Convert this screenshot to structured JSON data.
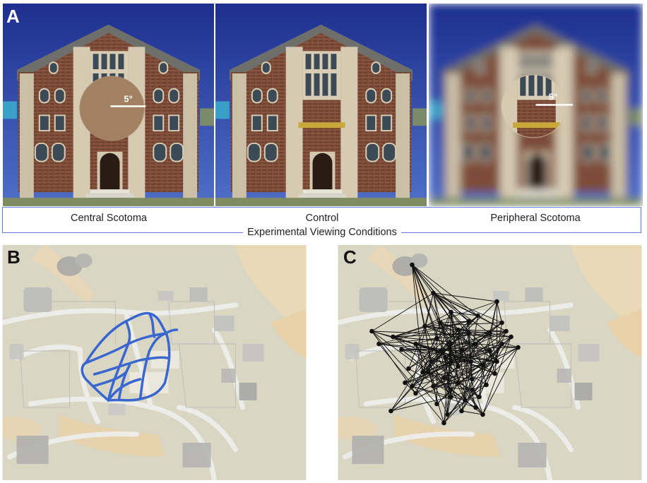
{
  "panels": {
    "a": {
      "letter": "A",
      "degree_label_central": "5°",
      "degree_label_peripheral": "5°"
    },
    "b": {
      "letter": "B"
    },
    "c": {
      "letter": "C"
    }
  },
  "conditions": {
    "items": [
      {
        "label": "Central Scotoma"
      },
      {
        "label": "Control"
      },
      {
        "label": "Peripheral Scotoma"
      }
    ],
    "caption": "Experimental Viewing Conditions"
  },
  "colors": {
    "sky": "#2a3f9e",
    "brick": "#7a4a36",
    "stone": "#cfc3ad",
    "map_bg": "#d8d5c2",
    "route": "#3a66d0",
    "graph_node": "#111111",
    "border": "#5b7fd6"
  }
}
